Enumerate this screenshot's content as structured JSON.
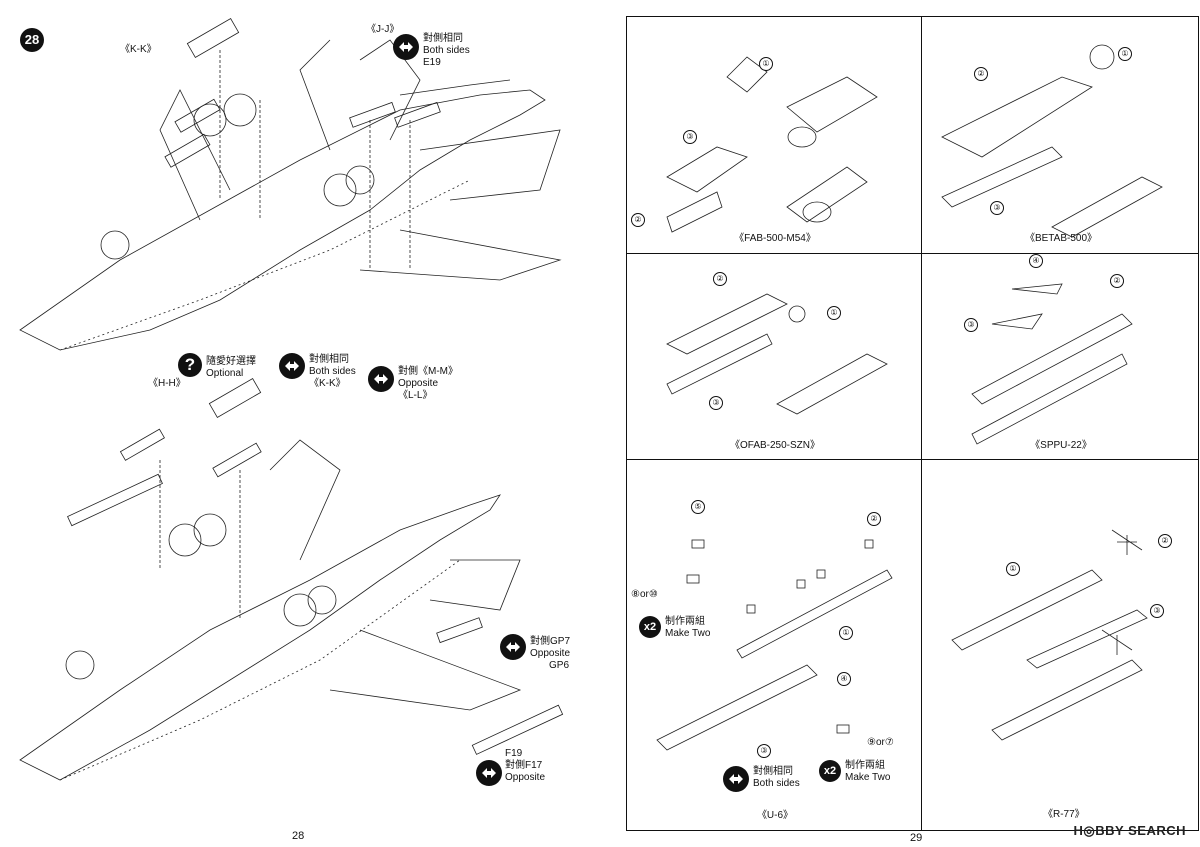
{
  "left_page": {
    "step_number": "28",
    "page_number": "28",
    "top_callouts": {
      "kk_label": "《K-K》",
      "jj_label": "《J-J》",
      "both_sides_zh": "對側相同",
      "both_sides_en": "Both sides",
      "part": "E19"
    },
    "mid_callouts": {
      "hh_label": "《H-H》",
      "optional_zh": "隨愛好選擇",
      "optional_en": "Optional",
      "both_sides_zh": "對側相同",
      "both_sides_en": "Both sides",
      "kk_label": "《K-K》",
      "opposite_zh": "對側《M-M》",
      "opposite_en": "Opposite",
      "ll_label": "《L-L》"
    },
    "bottom_callouts": {
      "gp7_zh": "對側GP7",
      "gp7_en": "Opposite",
      "gp6": "GP6",
      "f19": "F19",
      "f17_zh": "對側F17",
      "f17_en": "Opposite"
    }
  },
  "right_page": {
    "page_number": "29",
    "watermark": "H◎BBY SEARCH",
    "r77_top_label": "《R-77》",
    "panels": [
      {
        "caption": "《FAB-500-M54》",
        "parts": [
          "①",
          "③",
          "②"
        ]
      },
      {
        "caption": "《BETAB-500》",
        "parts": [
          "①",
          "②",
          "③"
        ]
      },
      {
        "caption": "《OFAB-250-SZN》",
        "parts": [
          "①",
          "②",
          "③"
        ]
      },
      {
        "caption": "《SPPU-22》",
        "parts": [
          "④",
          "③",
          "②"
        ]
      },
      {
        "caption": "《U-6》",
        "parts": [
          "⑤",
          "②",
          "①",
          "③",
          "④"
        ],
        "or1": "⑧or⑩",
        "or2": "⑨or⑦",
        "make_two_zh": "制作兩組",
        "make_two_en": "Make Two",
        "x2": "x2",
        "both_sides_zh": "對側相同",
        "both_sides_en": "Both sides"
      },
      {
        "caption": "",
        "parts": [
          "①",
          "②",
          "③"
        ]
      }
    ]
  }
}
